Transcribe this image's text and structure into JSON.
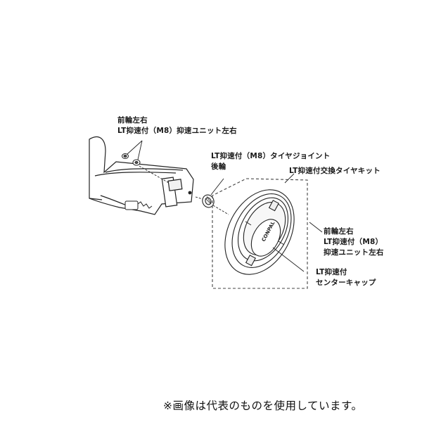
{
  "diagram": {
    "type": "exploded-parts-diagram",
    "labels": {
      "front_wheel_unit_top": {
        "line1": "前輪左右",
        "line2": "LT抑速付（M8）抑速ユニット左右"
      },
      "tire_joint": {
        "line1": "LT抑速付（M8）タイヤジョイント",
        "line2": "後輪"
      },
      "tire_kit": {
        "line1": "LT抑速付交換タイヤキット"
      },
      "front_wheel_unit_right": {
        "line1": "前輪左右",
        "line2": "LT抑速付（M8）",
        "line3": "抑速ユニット左右"
      },
      "center_cap": {
        "line1": "LT抑速付",
        "line2": "センターキャップ"
      }
    },
    "wheel_brand_text": "CONPAL"
  },
  "footer": {
    "note": "※画像は代表のものを使用しています。"
  }
}
